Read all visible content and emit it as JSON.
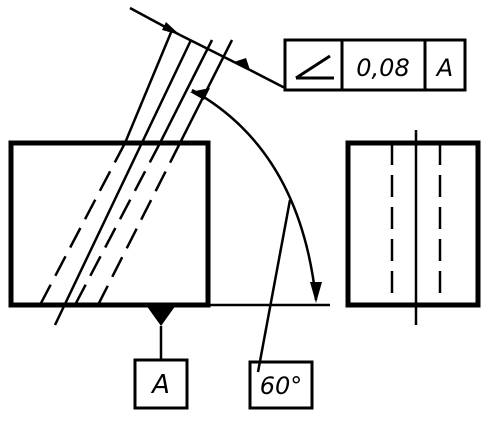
{
  "tolerance_frame": {
    "symbol": "∠",
    "symbol_icon": "angularity-symbol-icon",
    "value": "0,08",
    "datum_ref": "A"
  },
  "datum_label": "A",
  "datum_icon": "datum-triangle-icon",
  "angle_label": "60°",
  "colors": {
    "ink": "#000000",
    "paper": "#ffffff"
  }
}
